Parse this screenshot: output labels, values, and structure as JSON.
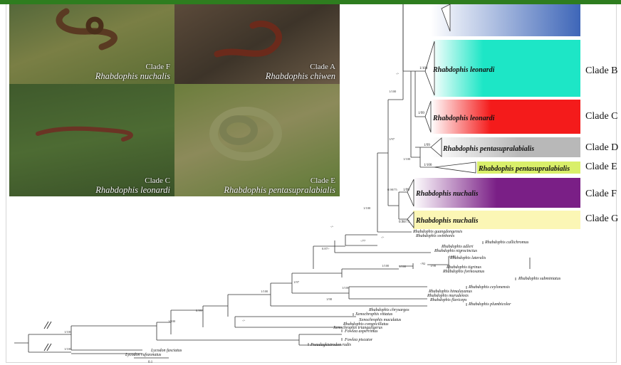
{
  "photos": [
    {
      "clade": "Clade F",
      "species": "Rhabdophis nuchalis"
    },
    {
      "clade": "Clade A",
      "species": "Rhabdophis chiwen"
    },
    {
      "clade": "Clade C",
      "species": "Rhabdophis leonardi"
    },
    {
      "clade": "Clade E",
      "species": "Rhabdophis pentasupralabialis"
    }
  ],
  "clades": [
    {
      "label": "Clade B",
      "taxon": "Rhabdophis leonardi",
      "support": "1/100",
      "color": "#1de6c6"
    },
    {
      "label": "Clade C",
      "taxon": "Rhabdophis leonardi",
      "support": "1/99",
      "color": "#f41b1b"
    },
    {
      "label": "Clade D",
      "taxon": "Rhabdophis pentasupralabialis",
      "support": "1/99",
      "color": "#b8b8b8"
    },
    {
      "label": "Clade E",
      "taxon": "Rhabdophis pentasupralabialis",
      "support": "1/100",
      "color": "#d9ef6a"
    },
    {
      "label": "Clade F",
      "taxon": "Rhabdophis nuchalis",
      "support": "1/99",
      "color": "#7a1f86"
    },
    {
      "label": "Clade G",
      "taxon": "Rhabdophis nuchalis",
      "support": "0.98/75",
      "color": "#fbf6b5"
    }
  ],
  "clade_a_color": "#3e66b8",
  "tips": [
    "Rhabdophis guangdongensis",
    "Rhabdophis swinhonis",
    "Rhabdophis callichromus",
    "Rhabdophis adleri",
    "Rhabdophis nigrocinctus",
    "Rhabdophis lateralis",
    "Rhabdophis tigrinus",
    "Rhabdophis formosanus",
    "Rhabdophis subminiatus",
    "Rhabdophis ceylonensis",
    "Rhabdophis himalayanus",
    "Rhabdophis murudensis",
    "Rhabdophis flaviceps",
    "Rhabdophis plumbicolor",
    "Rhabdophis chrysargos",
    "Xenochrophis vittatus",
    "Xenochrophis maculatus",
    "Rhabdophis conspicillatus",
    "Xenochrophis trianguligerus",
    "Fowlea asperrimus",
    "Fowlea piscator",
    "Pseudagkistrodon rudis",
    "Lycodon fasciatus",
    "Lycodon rufozonatus"
  ],
  "node_supports": [
    "1/100",
    "1/100",
    "1/97",
    "-/-",
    "1/100",
    "0.98/75",
    "-/77",
    "0.87/-",
    "-/-",
    "1/97",
    "1/100",
    "1/100",
    "1/98",
    "0.99/-",
    "1/100",
    "1/100",
    "1/100",
    "-/-",
    "1/100",
    "1/100",
    "1/100",
    "-/92",
    "1/98",
    "-/-"
  ],
  "scale_label": "0.1"
}
